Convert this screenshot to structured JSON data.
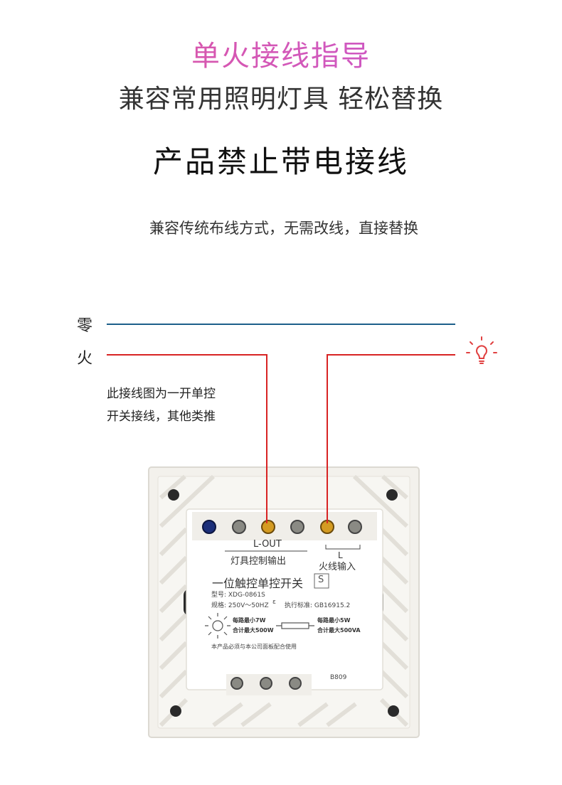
{
  "header": {
    "title": "单火接线指导",
    "subtitle": "兼容常用照明灯具 轻松替换"
  },
  "warning": {
    "heading": "产品禁止带电接线",
    "description": "兼容传统布线方式，无需改线，直接替换"
  },
  "wires": {
    "neutral_label": "零",
    "live_label": "火",
    "neutral_color": "#1d5f8a",
    "live_color": "#d82323"
  },
  "note": {
    "line1": "此接线图为一开单控",
    "line2": "开关接线，其他类推"
  },
  "device": {
    "terminal_out_label": "L-OUT",
    "terminal_out_desc": "灯具控制输出",
    "terminal_in_label": "L",
    "terminal_in_desc": "火线输入",
    "product_name": "一位触控单控开关",
    "s_mark": "S",
    "model": "型号: XDG-0861S",
    "spec": "规格: 250V～50HZ",
    "standard_mark": "ε",
    "standard": "执行标准: GB16915.2",
    "bulb_line1": "每路最小7W",
    "bulb_line2": "合计最大500W",
    "tube_line1": "每路最小5W",
    "tube_line2": "合计最大500VA",
    "panel_note": "本产品必须与本公司面板配合使用",
    "code": "B809"
  },
  "icons": {
    "bulb": "light-bulb-icon",
    "lamp_small": "bulb-rays-icon",
    "tube": "fluorescent-tube-icon"
  }
}
